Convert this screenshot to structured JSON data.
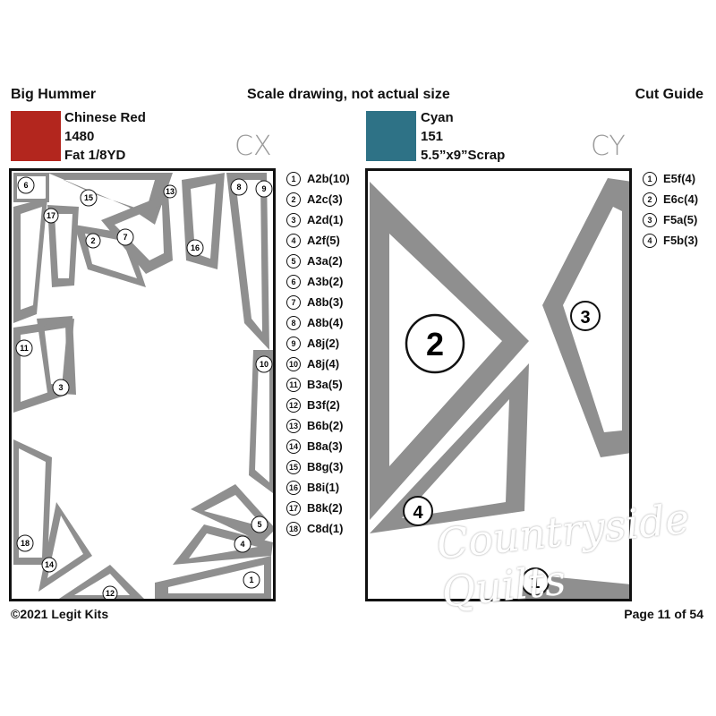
{
  "header": {
    "pattern_name": "Big Hummer",
    "scale_note": "Scale drawing, not actual size",
    "guide_label": "Cut Guide"
  },
  "fabrics": [
    {
      "code": "CX",
      "name": "Chinese Red",
      "number": "1480",
      "size": "Fat 1/8YD",
      "color": "#b3261e"
    },
    {
      "code": "CY",
      "name": "Cyan",
      "number": "151",
      "size": "5.5”x9”Scrap",
      "color": "#2e7286"
    }
  ],
  "pieces_cx": [
    {
      "num": "1",
      "label": "A2b(10)"
    },
    {
      "num": "2",
      "label": "A2c(3)"
    },
    {
      "num": "3",
      "label": "A2d(1)"
    },
    {
      "num": "4",
      "label": "A2f(5)"
    },
    {
      "num": "5",
      "label": "A3a(2)"
    },
    {
      "num": "6",
      "label": "A3b(2)"
    },
    {
      "num": "7",
      "label": "A8b(3)"
    },
    {
      "num": "8",
      "label": "A8b(4)"
    },
    {
      "num": "9",
      "label": "A8j(2)"
    },
    {
      "num": "10",
      "label": "A8j(4)"
    },
    {
      "num": "11",
      "label": "B3a(5)"
    },
    {
      "num": "12",
      "label": "B3f(2)"
    },
    {
      "num": "13",
      "label": "B6b(2)"
    },
    {
      "num": "14",
      "label": "B8a(3)"
    },
    {
      "num": "15",
      "label": "B8g(3)"
    },
    {
      "num": "16",
      "label": "B8i(1)"
    },
    {
      "num": "17",
      "label": "B8k(2)"
    },
    {
      "num": "18",
      "label": "C8d(1)"
    }
  ],
  "pieces_cy": [
    {
      "num": "1",
      "label": "E5f(4)"
    },
    {
      "num": "2",
      "label": "E6c(4)"
    },
    {
      "num": "3",
      "label": "F5a(5)"
    },
    {
      "num": "4",
      "label": "F5b(3)"
    }
  ],
  "footer": {
    "copyright": "©2021 Legit Kits",
    "page": "Page 11 of 54"
  },
  "watermark": "Countryside Quilts",
  "colors": {
    "piece": "#8f8f8f",
    "border": "#111111"
  }
}
